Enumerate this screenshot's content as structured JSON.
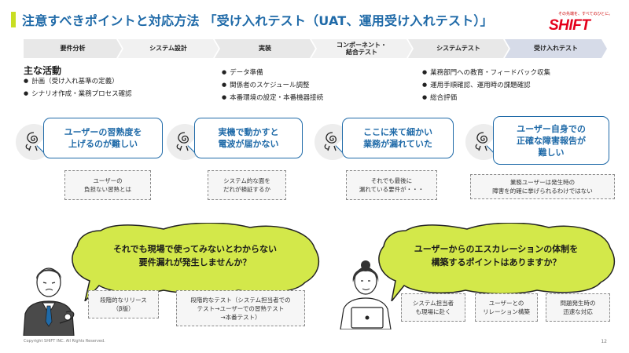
{
  "title": "注意すべきポイントと対応方法 「受け入れテスト（UAT、運用受け入れテスト）」",
  "logo": {
    "tagline": "その先端を、すべてのひとに。",
    "text": "SHIFT"
  },
  "phases": [
    "要件分析",
    "システム設計",
    "実装",
    "コンポーネント・\n結合テスト",
    "システムテスト",
    "受け入れテスト"
  ],
  "activities": {
    "heading": "主な活動",
    "col1": [
      "計画（受け入れ基準の定義）",
      "シナリオ作成・業務プロセス確認"
    ],
    "col2": [
      "データ準備",
      "関係者のスケジュール調整",
      "本番環境の設定・本番機器接続"
    ],
    "col3": [
      "業務部門への教育・フィードバック収集",
      "運用手順確認、運用時の課題確認",
      "総合評価"
    ]
  },
  "issues": [
    {
      "text": "ユーザーの習熟度を\n上げるのが難しい",
      "note": "ユーザーの\n負担ない習熟とは"
    },
    {
      "text": "実機で動かすと\n電波が届かない",
      "note": "システム的な面を\nだれが検証するか"
    },
    {
      "text": "ここに来て細かい\n業務が漏れていた",
      "note": "それでも最後に\n漏れている要件が・・・"
    },
    {
      "text": "ユーザー自身での\n正確な障害報告が\n難しい",
      "note": "業務ユーザーは発生時の\n障害を的確に挙げられるわけではない"
    }
  ],
  "left_cloud": {
    "text": "それでも現場で使ってみないとわからない\n要件漏れが発生しませんか？",
    "notes": [
      "段階的なリリース\n（β版）",
      "段階的なテスト（システム担当者での\nテスト→ユーザーでの習熟テスト\n→本番テスト）"
    ]
  },
  "right_cloud": {
    "text": "ユーザーからのエスカレーションの体制を\n構築するポイントはありますか？",
    "notes": [
      "システム担当者\nも現場に赴く",
      "ユーザーとの\nリレーション構築",
      "問題発生時の\n迅速な対応"
    ]
  },
  "footer": "Copyright SHIFT INC. All Rights Reserved.",
  "page_number": "12",
  "colors": {
    "brand_blue": "#1f6aa8",
    "accent_green": "#c8de23",
    "cloud_green": "#d3e84a",
    "logo_red": "#e4001b"
  }
}
